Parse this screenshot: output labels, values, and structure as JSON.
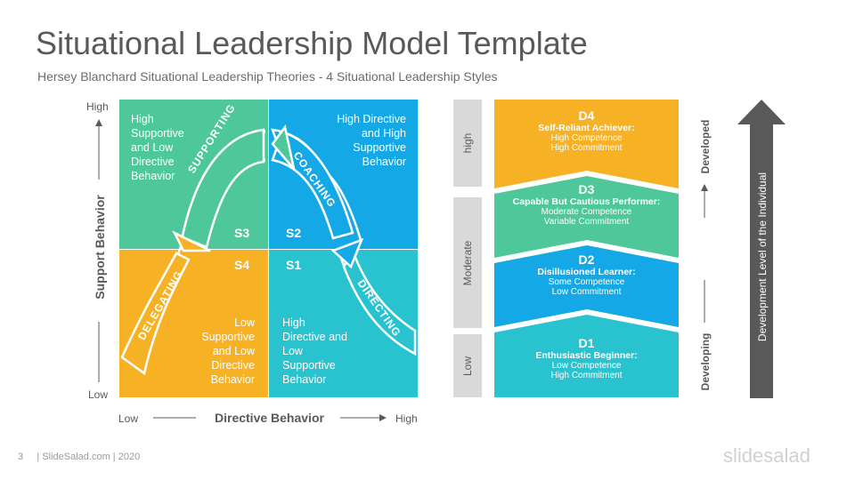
{
  "header": {
    "title": "Situational Leadership Model Template",
    "subtitle": "Hersey Blanchard Situational Leadership Theories - 4 Situational Leadership Styles"
  },
  "matrix": {
    "y_high": "High",
    "y_low": "Low",
    "y_title": "Support Behavior",
    "x_low": "Low",
    "x_high": "High",
    "x_title": "Directive Behavior",
    "quadrants": [
      {
        "tag": "S3",
        "desc": [
          "High",
          "Supportive",
          "and Low",
          "Directive",
          "Behavior"
        ],
        "color": "#4ec89b"
      },
      {
        "tag": "S2",
        "desc": [
          "High Directive",
          "and High",
          "Supportive",
          "Behavior"
        ],
        "color": "#14a9e6"
      },
      {
        "tag": "S4",
        "desc": [
          "Low",
          "Supportive",
          "and Low",
          "Directive",
          "Behavior"
        ],
        "color": "#f7b125"
      },
      {
        "tag": "S1",
        "desc": [
          "High",
          "Directive and",
          "Low",
          "Supportive",
          "Behavior"
        ],
        "color": "#29c3d0"
      }
    ],
    "curve_labels": {
      "supporting": "SUPPORTING",
      "coaching": "COACHING",
      "delegating": "DELEGATING",
      "directing": "DIRECTING"
    }
  },
  "levels": {
    "high": "high",
    "moderate": "Moderate",
    "low": "Low"
  },
  "development": [
    {
      "tag": "D4",
      "title": "Self-Reliant Achiever:",
      "lines": [
        "High Competence",
        "High Commitment"
      ],
      "color": "#f7b125"
    },
    {
      "tag": "D3",
      "title": "Capable But Cautious Performer:",
      "lines": [
        "Moderate Competence",
        "Variable Commitment"
      ],
      "color": "#4ec89b"
    },
    {
      "tag": "D2",
      "title": "Disillusioned Learner:",
      "lines": [
        "Some Competence",
        "Low Commitment"
      ],
      "color": "#14a9e6"
    },
    {
      "tag": "D1",
      "title": "Enthusiastic Beginner:",
      "lines": [
        "Low Competence",
        "High Commitment"
      ],
      "color": "#29c3d0"
    }
  ],
  "dev_axis": {
    "top": "Developed",
    "bottom": "Developing",
    "arrow_label": "Development Level of the Individual"
  },
  "footer": {
    "page": "3",
    "credit": "| SlideSalad.com | 2020",
    "brand": "slidesalad"
  }
}
